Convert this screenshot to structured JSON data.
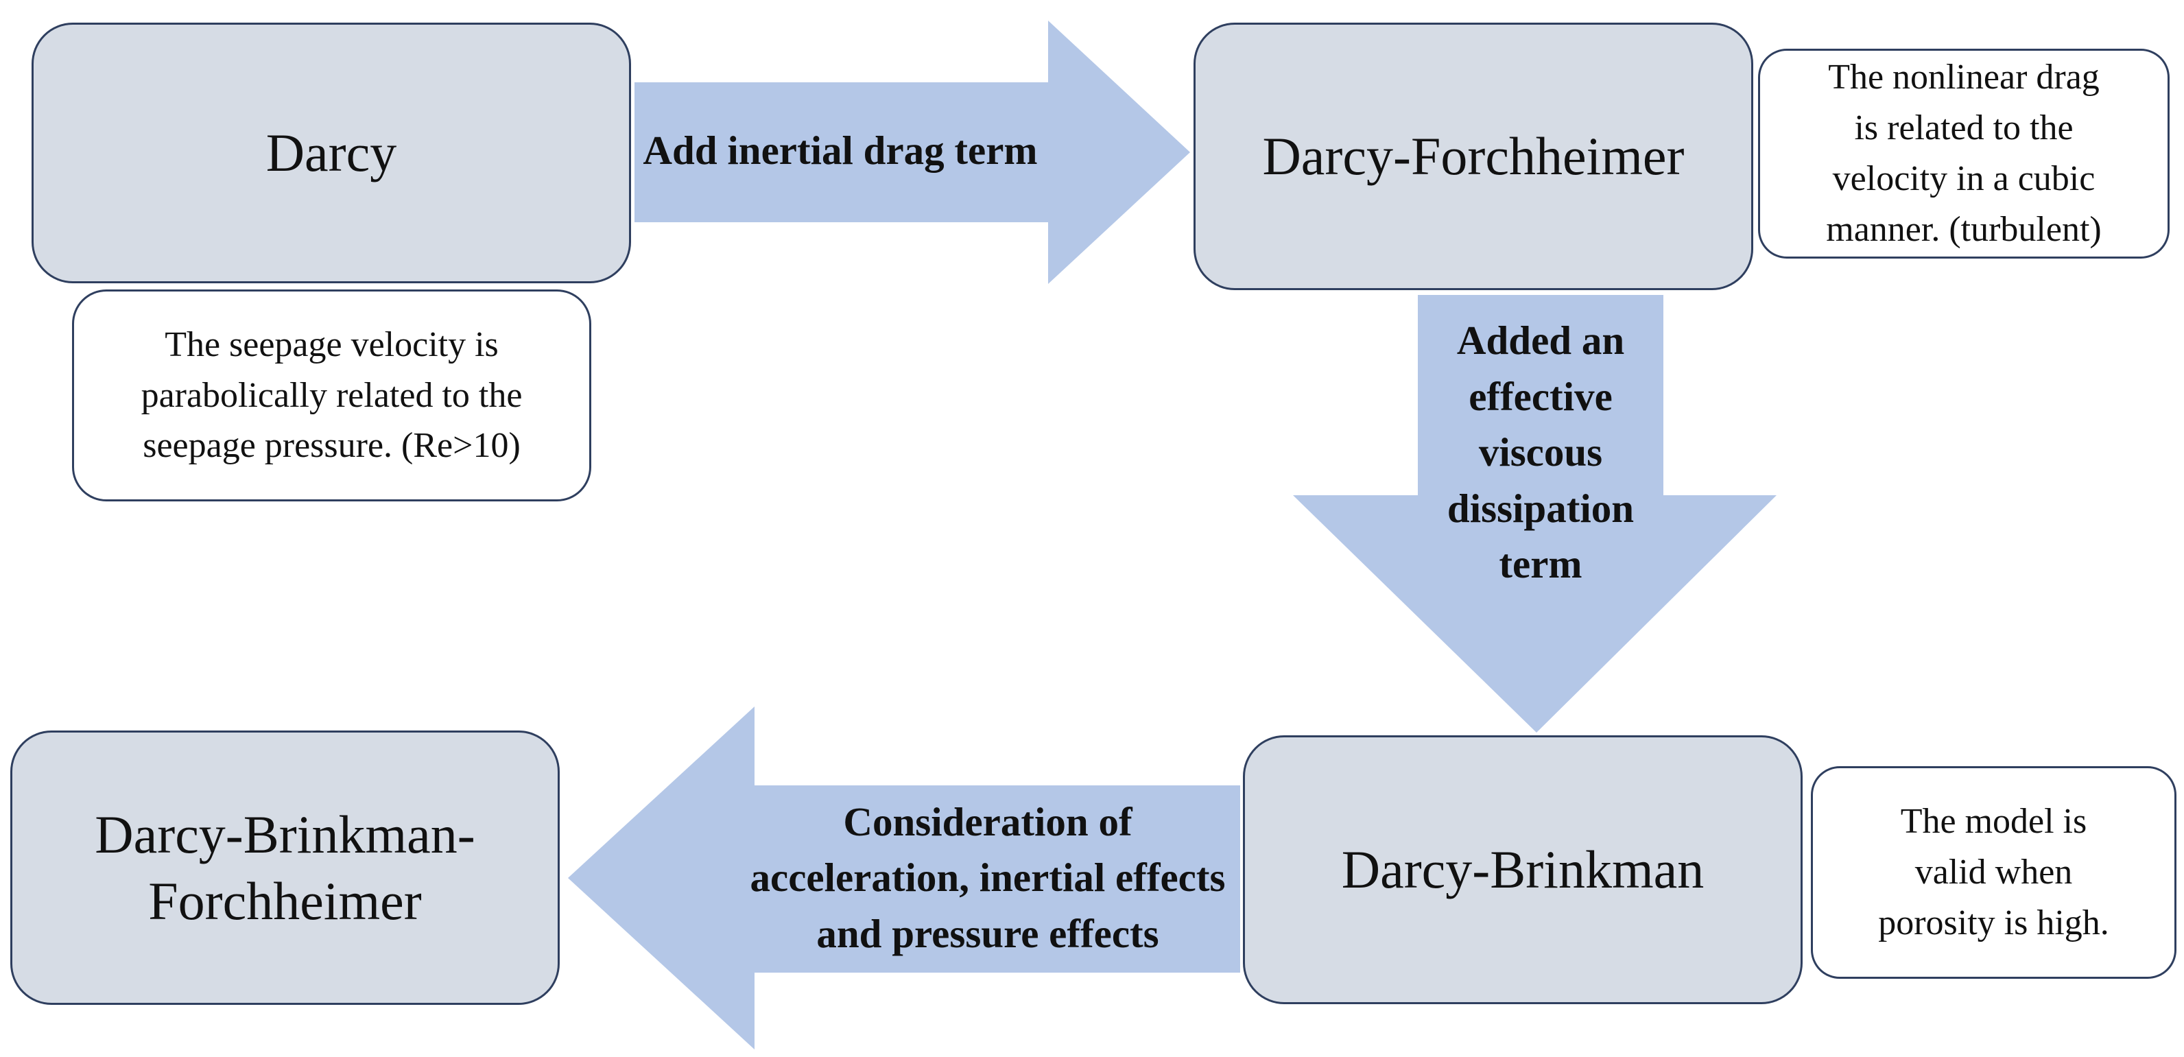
{
  "colors": {
    "node_fill": "#d6dce5",
    "node_border": "#2f3f5f",
    "note_fill": "#ffffff",
    "arrow_fill": "#b4c7e7",
    "text": "#111111"
  },
  "nodes": {
    "darcy": "Darcy",
    "darcy_forchheimer": "Darcy-Forchheimer",
    "darcy_brinkman": "Darcy-Brinkman",
    "darcy_brinkman_forchheimer": "Darcy-Brinkman-\nForchheimer"
  },
  "notes": {
    "darcy": "The seepage velocity is\nparabolically related to the\nseepage pressure. (Re>10)",
    "darcy_forchheimer": "The nonlinear drag\nis related to the\nvelocity in a cubic\nmanner. (turbulent)",
    "darcy_brinkman": "The model is\nvalid when\nporosity is high."
  },
  "arrows": [
    {
      "from": "darcy",
      "to": "darcy_forchheimer",
      "direction": "right",
      "label": "Add inertial drag term"
    },
    {
      "from": "darcy_forchheimer",
      "to": "darcy_brinkman",
      "direction": "down",
      "label": "Added an\neffective\nviscous\ndissipation\nterm"
    },
    {
      "from": "darcy_brinkman",
      "to": "darcy_brinkman_forchheimer",
      "direction": "left",
      "label": "Consideration of\nacceleration, inertial effects\nand pressure effects"
    }
  ]
}
